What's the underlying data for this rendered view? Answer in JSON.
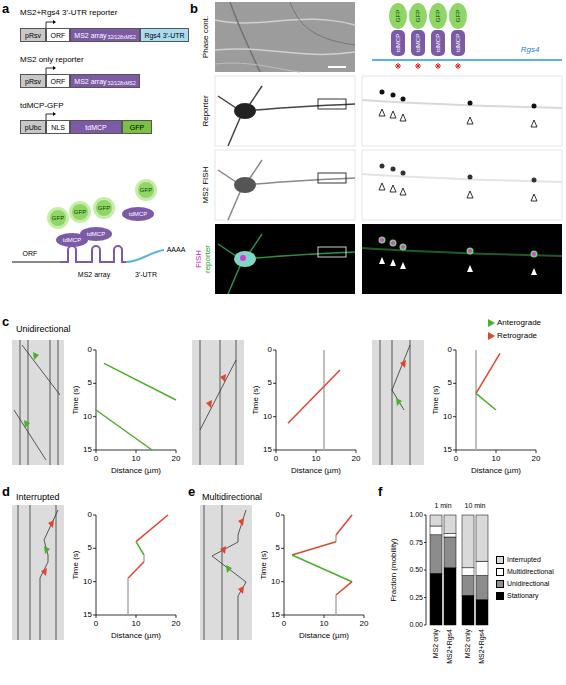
{
  "diagram": {
    "nodes": [
      {
        "text": [
          "pRsv"
        ]
      },
      {
        "text": [
          "ORF"
        ]
      },
      {
        "text": [
          "MS2 array",
          "32/128xMS2"
        ]
      },
      {
        "text": [
          "Rgs4 3′-UTR"
        ]
      },
      {
        "text": [
          "pRsv"
        ]
      },
      {
        "text": [
          "ORF"
        ]
      },
      {
        "text": [
          "MS2 array",
          "32/128xMS2"
        ]
      },
      {
        "text": [
          "pUbc"
        ]
      },
      {
        "text": [
          "NLS"
        ]
      },
      {
        "text": [
          "tdMCP"
        ]
      },
      {
        "text": [
          "GFP"
        ]
      }
    ],
    "labels": [
      "a",
      "MS2+Rgs4 3′-UTR reporter",
      "MS2 only reporter",
      "tdMCP-GFP",
      "ORF",
      "MS2 array",
      "3′-UTR",
      "AAAA",
      "tdMCP",
      "tdMCP",
      "tdMCP",
      "GFP",
      "GFP",
      "GFP",
      "GFP",
      "b",
      "Phase cont.",
      "Reporter",
      "MS2 FISH",
      "FISH",
      "reporter",
      "tdMCP",
      "tdMCP",
      "tdMCP",
      "tdMCP",
      "GFP",
      "GFP",
      "GFP",
      "GFP",
      "Rgs4",
      "c",
      "Unidirectional",
      "d",
      "Interrupted",
      "e",
      "Multidirectional",
      "f",
      "1 min",
      "10 min",
      "MS2 only",
      "MS2+Rgs4",
      "MS2 only",
      "MS2+Rgs4",
      "Fraction (mobility)",
      "0.00",
      "0.25",
      "0.50",
      "0.75",
      "1.00",
      "Time (s)",
      "Distance (µm)",
      "0",
      "5",
      "10",
      "15",
      "0",
      "10",
      "20",
      "Time (s)",
      "Distance (µm)",
      "0",
      "5",
      "10",
      "15",
      "0",
      "10",
      "20",
      "Time (s)",
      "Distance (µm)",
      "0",
      "5",
      "10",
      "15",
      "0",
      "10",
      "20",
      "Time (s)",
      "Distance (µm)",
      "0",
      "5",
      "10",
      "15",
      "0",
      "10",
      "20",
      "Time (s)",
      "Distance (µm)",
      "0",
      "5",
      "10",
      "15",
      "0",
      "10",
      "20"
    ],
    "legend": [
      {
        "text": "Anterograde"
      },
      {
        "text": "Retrograde"
      },
      {
        "text": "Interrupted",
        "color": "#d9d9d9"
      },
      {
        "text": "Multidirectional",
        "color": "#ffffff"
      },
      {
        "text": "Unidirectional",
        "color": "#8c8c8c"
      },
      {
        "text": "Stationary",
        "color": "#000000"
      }
    ]
  }
}
